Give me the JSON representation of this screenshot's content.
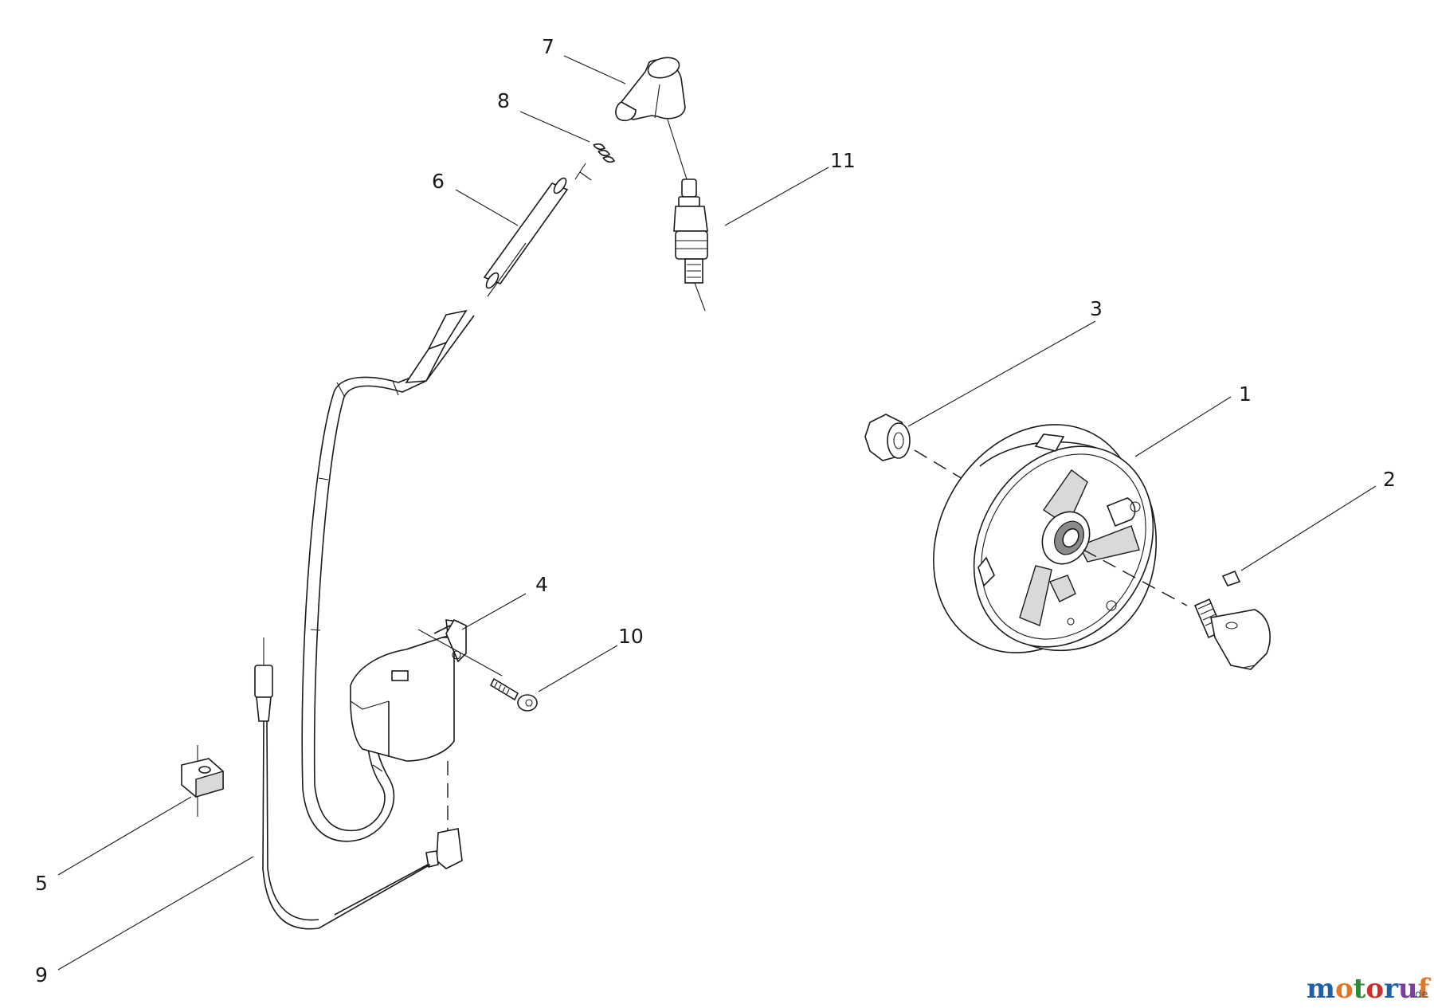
{
  "diagram": {
    "callouts": {
      "c1": "1",
      "c2": "2",
      "c3": "3",
      "c4": "4",
      "c5": "5",
      "c6": "6",
      "c7": "7",
      "c8": "8",
      "c9": "9",
      "c10": "10",
      "c11": "11"
    }
  },
  "watermark": {
    "parts": [
      {
        "text": "m",
        "color": "#1f5fa8"
      },
      {
        "text": "o",
        "color": "#e0762a"
      },
      {
        "text": "t",
        "color": "#2e8b3a"
      },
      {
        "text": "o",
        "color": "#c9302c"
      },
      {
        "text": "r",
        "color": "#1f5fa8"
      },
      {
        "text": "u",
        "color": "#7a3f9a"
      },
      {
        "text": "f",
        "color": "#e0762a"
      }
    ],
    "suffix": ".de"
  }
}
